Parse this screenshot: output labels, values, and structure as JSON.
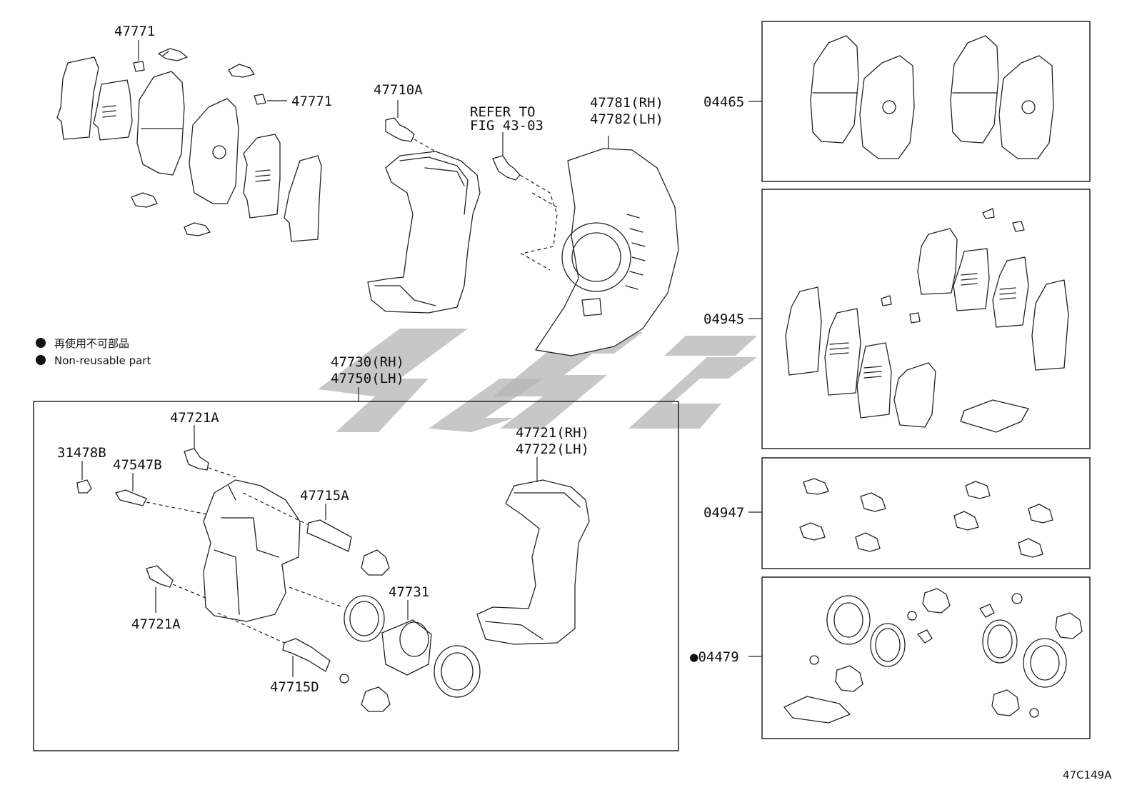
{
  "labels": {
    "p47771_top": "47771",
    "p47771_mid": "47771",
    "p47710A": "47710A",
    "refer_line1": "REFER TO",
    "refer_line2": "FIG 43-03",
    "p47781": "47781(RH)",
    "p47782": "47782(LH)",
    "p04465": "04465",
    "p04945": "04945",
    "p04947": "04947",
    "p04479": "●04479",
    "p47730": "47730(RH)",
    "p47750": "47750(LH)",
    "p47721A_top": "47721A",
    "p31478B": "31478B",
    "p47547B": "47547B",
    "p47715A": "47715A",
    "p47721": "47721(RH)",
    "p47722": "47722(LH)",
    "p47731": "47731",
    "p47721A_bot": "47721A",
    "p47715D": "47715D",
    "figure_code": "47C149A"
  },
  "legend": {
    "jp": "再使用不可部品",
    "en": "Non-reusable part"
  },
  "colors": {
    "line": "#222222",
    "watermark": "#b4b4b4",
    "background": "#ffffff"
  }
}
